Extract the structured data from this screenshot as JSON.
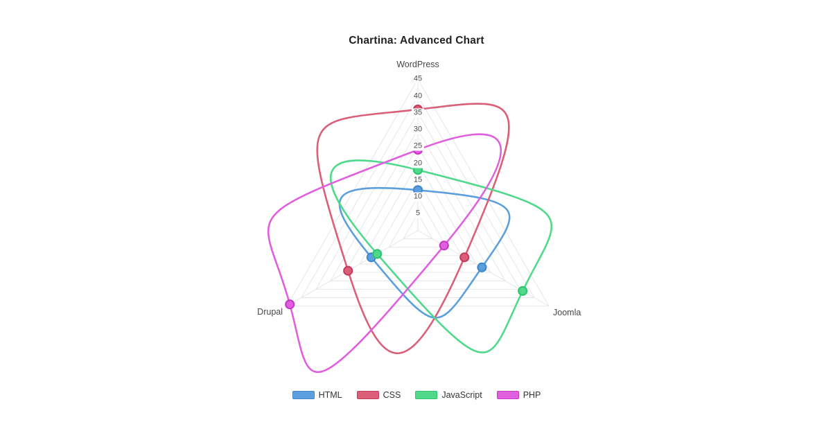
{
  "title": "Chartina: Advanced Chart",
  "chart_data": {
    "type": "radar",
    "categories": [
      "WordPress",
      "Drupal",
      "Joomla"
    ],
    "series": [
      {
        "name": "HTML",
        "values": [
          12,
          16,
          22
        ],
        "color": "#5B9FDE",
        "border_color": "#3F87CC"
      },
      {
        "name": "CSS",
        "values": [
          36,
          24,
          16
        ],
        "color": "#DB5F79",
        "border_color": "#C43B5E"
      },
      {
        "name": "JavaScript",
        "values": [
          18,
          14,
          36
        ],
        "color": "#50D98B",
        "border_color": "#2FC36E"
      },
      {
        "name": "PHP",
        "values": [
          24,
          44,
          9
        ],
        "color": "#DF5FDF",
        "border_color": "#C639C6"
      }
    ],
    "scale": {
      "min": 0,
      "max": 45,
      "step": 5,
      "tick_labels": [
        "45",
        "40",
        "35",
        "30",
        "25",
        "20",
        "15",
        "10",
        "5"
      ]
    },
    "legend_position": "bottom",
    "grid": true,
    "line_smoothing": "high-tension"
  },
  "colors": {
    "grid": "#E6E6E8",
    "tick_text": "#4A4A4A",
    "axis_label_text": "#474747",
    "title_text": "#212121",
    "background": "#FFFFFF"
  }
}
